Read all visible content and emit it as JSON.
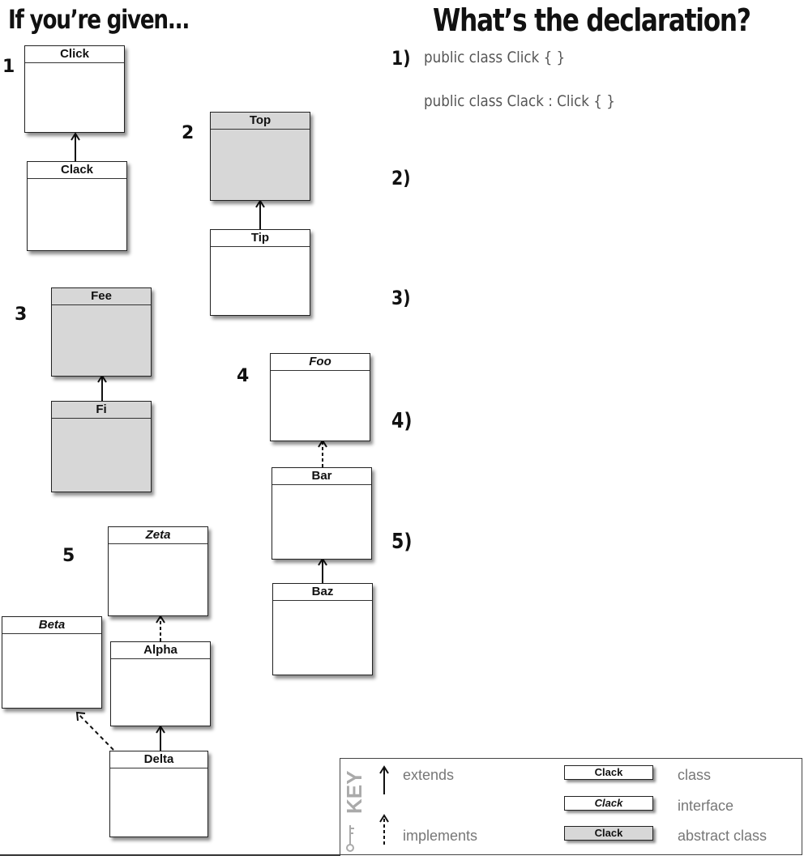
{
  "headings": {
    "left": "If you’re given...",
    "right": "What’s the declaration?"
  },
  "numbers": [
    "1",
    "2",
    "3",
    "4",
    "5"
  ],
  "classes": {
    "click": "Click",
    "clack": "Clack",
    "top": "Top",
    "tip": "Tip",
    "fee": "Fee",
    "fi": "Fi",
    "foo": "Foo",
    "bar": "Bar",
    "baz": "Baz",
    "zeta": "Zeta",
    "beta": "Beta",
    "alpha": "Alpha",
    "delta": "Delta"
  },
  "answers": {
    "labels": [
      "1)",
      "2)",
      "3)",
      "4)",
      "5)"
    ],
    "line1": "public class Click { }",
    "line2": "public class Clack : Click { }"
  },
  "key": {
    "title": "KEY",
    "extends": "extends",
    "implements": "implements",
    "class_label": "class",
    "interface_label": "interface",
    "abstract_label": "abstract class",
    "sample": "Clack"
  },
  "colors": {
    "abstract_fill": "#d7d7d7",
    "code_text": "#555555",
    "key_text": "#777777"
  }
}
